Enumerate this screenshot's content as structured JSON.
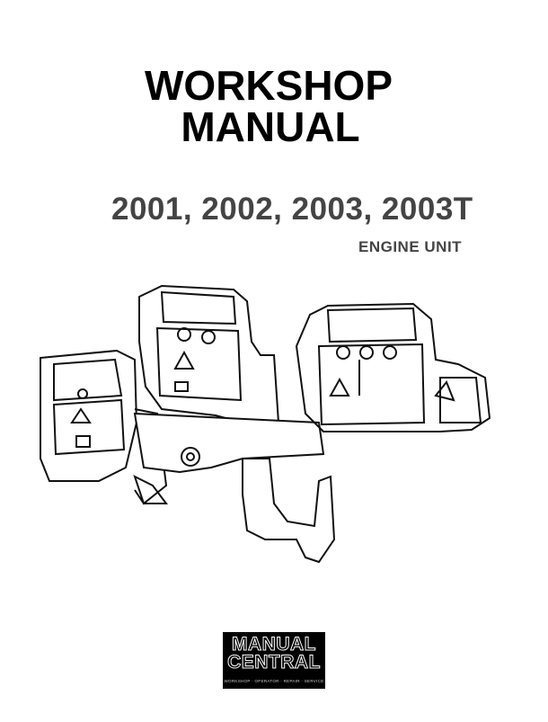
{
  "title_line1": "WORKSHOP",
  "title_line2": "MANUAL",
  "models": "2001, 2002, 2003, 2003T",
  "subtitle": "ENGINE UNIT",
  "illustration": "engine-line-drawings",
  "logo": {
    "line1": "MANUAL",
    "line2": "CENTRAL",
    "tagline": "WORKSHOP · OPERATOR · REPAIR · SERVICE"
  }
}
